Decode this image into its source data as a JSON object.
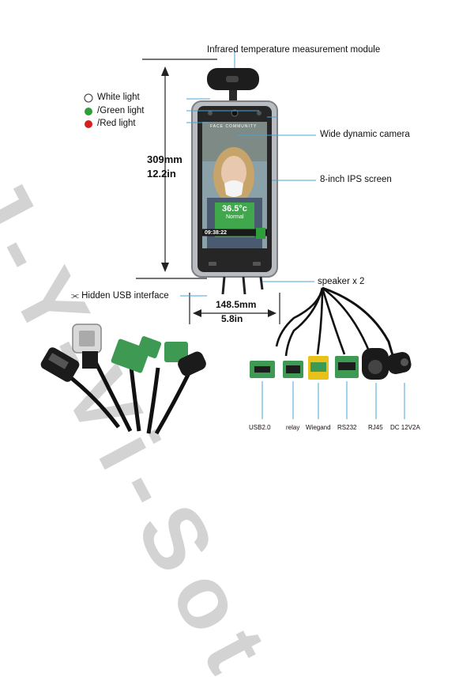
{
  "annotations": {
    "infrared_module": "Infrared temperature measurement module",
    "white_light": "White light",
    "green_light": "/Green light",
    "red_light": "/Red light",
    "camera": "Wide dynamic camera",
    "screen": "8-inch IPS screen",
    "speaker": "speaker x 2",
    "usb": "Hidden USB interface"
  },
  "dimensions": {
    "height_mm": "309mm",
    "height_in": "12.2in",
    "width_mm": "148.5mm",
    "width_in": "5.8in"
  },
  "screen_display": {
    "top_text": "FACE COMMUNITY",
    "temperature": "36.5°c",
    "status": "Normal",
    "time": "09:38:22"
  },
  "connectors": [
    "USB2.0",
    "relay",
    "Wiegand",
    "RS232",
    "RJ45",
    "DC 12V2A"
  ],
  "colors": {
    "white_light": "#ffffff",
    "green_light": "#2f9e3a",
    "red_light": "#d62020",
    "screen_green": "#3fae4a",
    "connector_green": "#3e9a52",
    "wiegand_yellow": "#e8c21a",
    "callout_blue": "#4aa3d8"
  },
  "watermark": "J-Y-Vi-Sot"
}
